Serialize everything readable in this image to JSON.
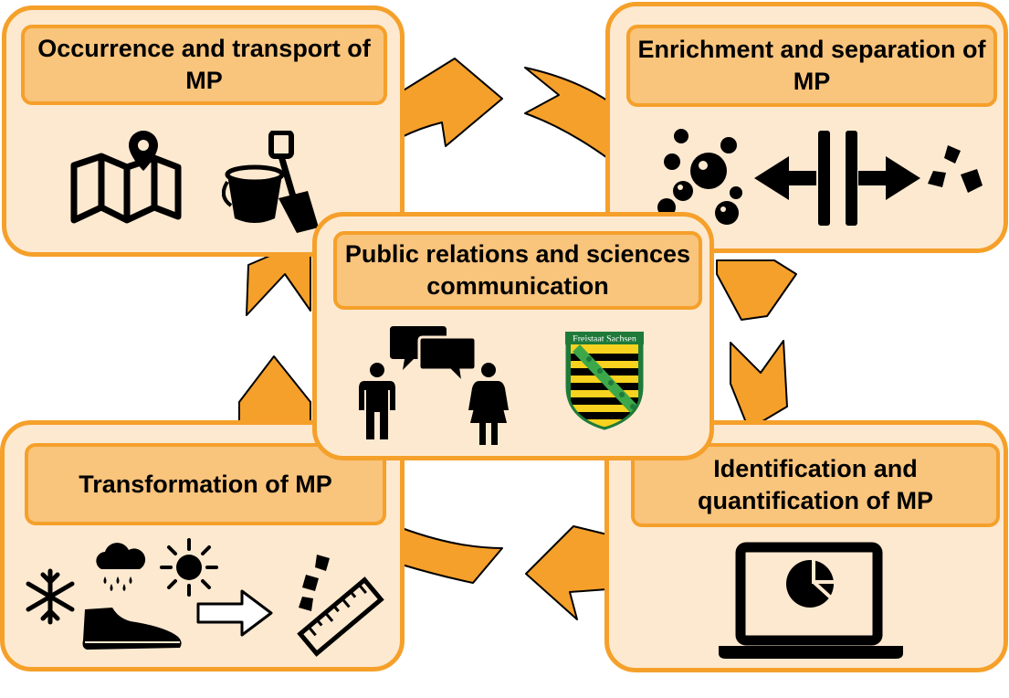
{
  "colors": {
    "accent": "#f5a02a",
    "box_fill": "#fde9d0",
    "title_fill": "#f9c47c",
    "crest_green": "#1f7a3a",
    "crest_yellow": "#f7d21e"
  },
  "boxes": {
    "occurrence": {
      "title": "Occurrence and transport of MP",
      "icons": [
        "map-icon",
        "bucket-icon",
        "shovel-icon"
      ]
    },
    "enrichment": {
      "title": "Enrichment and separation of MP",
      "icons": [
        "bubbles-icon",
        "separation-arrows-icon",
        "particles-icon"
      ]
    },
    "identification": {
      "title": "Identification and quantification of MP",
      "icons": [
        "laptop-icon",
        "pie-chart-icon"
      ]
    },
    "transformation": {
      "title": "Transformation of MP",
      "icons": [
        "snowflake-icon",
        "rain-cloud-icon",
        "sun-icon",
        "shoe-icon",
        "outline-arrow-icon",
        "particles-icon",
        "ruler-icon"
      ]
    },
    "public_relations": {
      "title": "Public relations and sciences communication",
      "icons": [
        "man-icon",
        "woman-icon",
        "speech-bubbles-icon",
        "saxony-crest-icon"
      ],
      "crest_label": "Freistaat Sachsen"
    }
  }
}
